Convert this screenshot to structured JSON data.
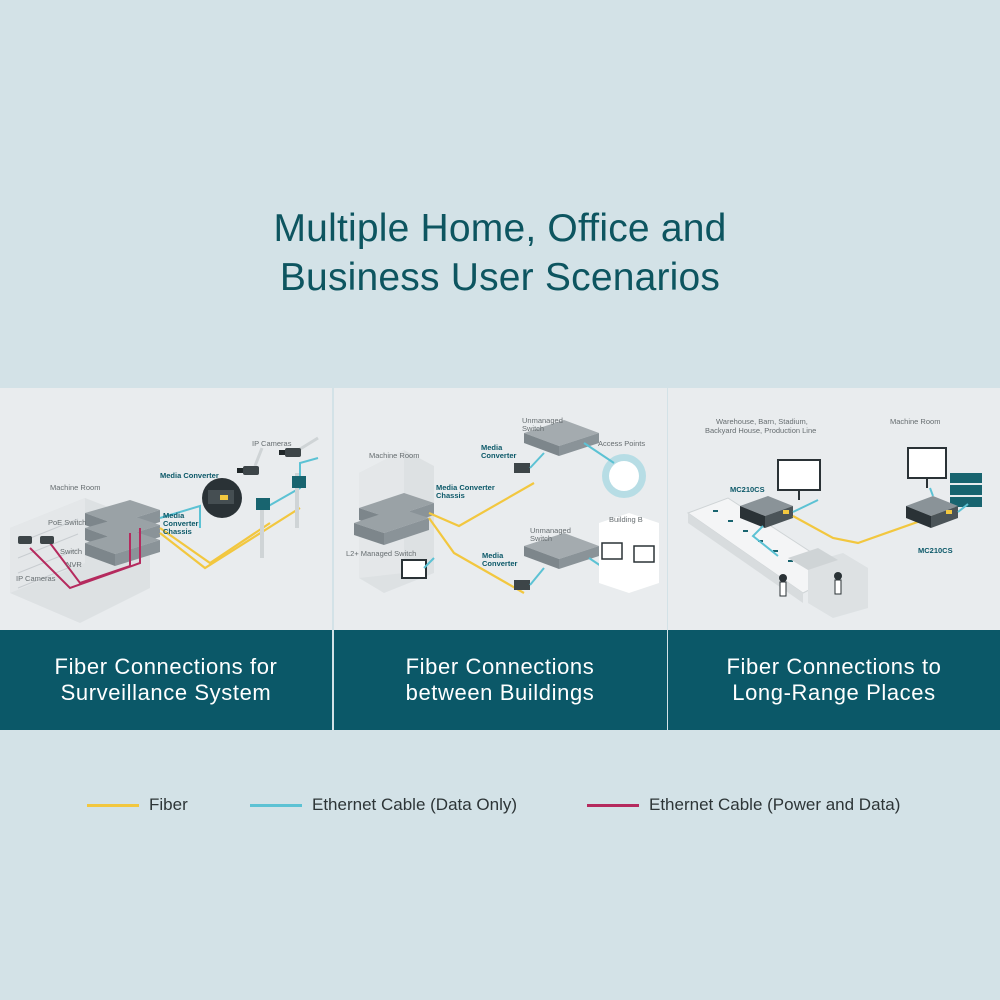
{
  "title": {
    "line1": "Multiple Home, Office and",
    "line2": "Business User Scenarios"
  },
  "colors": {
    "fiber": "#f2c73f",
    "ethernet_data": "#5cc2d4",
    "ethernet_power": "#b52a5e",
    "caption_bg": "#0b5868",
    "title": "#0d5560"
  },
  "panels": [
    {
      "caption_line1": "Fiber Connections for",
      "caption_line2": "Surveillance System",
      "labels": {
        "machine_room": "Machine Room",
        "ip_cameras_top": "IP Cameras",
        "media_converter": "Media Converter",
        "chassis_1": "Media",
        "chassis_2": "Converter",
        "chassis_3": "Chassis",
        "poe_switch": "PoE Switch",
        "switch": "Switch",
        "nvr": "NVR",
        "ip_cameras_bottom": "IP Cameras"
      }
    },
    {
      "caption_line1": "Fiber Connections",
      "caption_line2": "between Buildings",
      "labels": {
        "unmanaged_switch_1a": "Unmanaged",
        "unmanaged_switch_1b": "Switch",
        "machine_room": "Machine Room",
        "media_converter_1a": "Media",
        "media_converter_1b": "Converter",
        "access_points": "Access Points",
        "chassis_1": "Media Converter",
        "chassis_2": "Chassis",
        "unmanaged_switch_2a": "Unmanaged",
        "unmanaged_switch_2b": "Switch",
        "building_b": "Building B",
        "l2_switch": "L2+ Managed Switch",
        "media_converter_2a": "Media",
        "media_converter_2b": "Converter"
      }
    },
    {
      "caption_line1": "Fiber Connections to",
      "caption_line2": "Long-Range Places",
      "labels": {
        "warehouse_1": "Warehouse, Barn, Stadium,",
        "warehouse_2": "Backyard House, Production Line",
        "machine_room": "Machine Room",
        "mc210cs_left": "MC210CS",
        "mc210cs_right": "MC210CS"
      }
    }
  ],
  "legend": [
    {
      "label": "Fiber"
    },
    {
      "label": "Ethernet Cable (Data Only)"
    },
    {
      "label": "Ethernet Cable (Power and Data)"
    }
  ]
}
